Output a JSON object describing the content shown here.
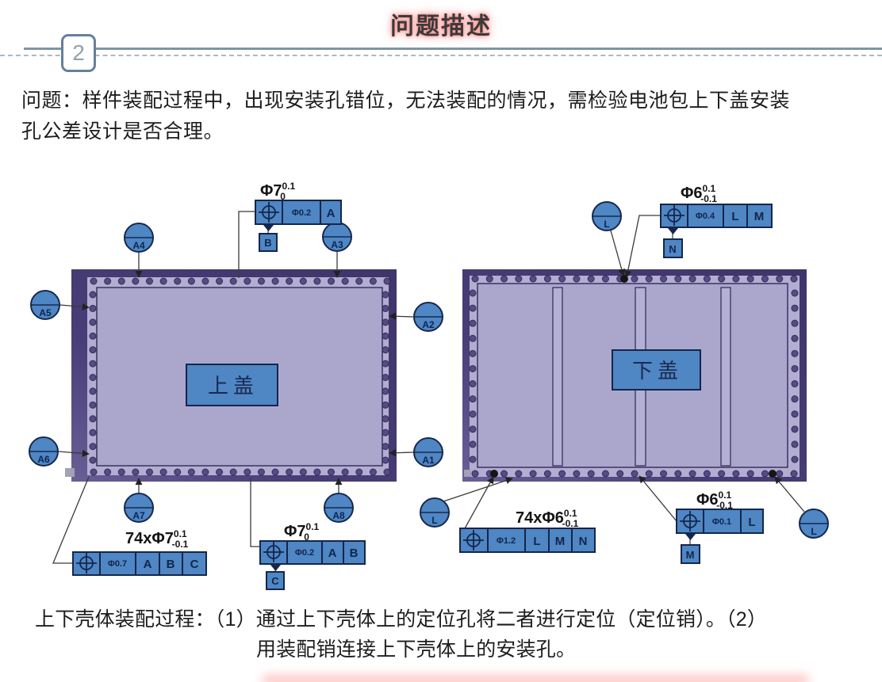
{
  "slide": {
    "title": "问题描述",
    "section_number": "2",
    "problem_lines": [
      "问题：样件装配过程中，出现安装孔错位，无法装配的情况，需检验电池包上下盖安装",
      "孔公差设计是否合理。"
    ],
    "assembly_lines": [
      "上下壳体装配过程：（1）通过上下壳体上的定位孔将二者进行定位（定位销）。（2）",
      "用装配销连接上下壳体上的安装孔。"
    ]
  },
  "upper_cover": {
    "label": "上盖",
    "datum_targets": {
      "a1": "A1",
      "a2": "A2",
      "a3": "A3",
      "a4": "A4",
      "a5": "A5",
      "a6": "A6",
      "a7": "A7",
      "a8": "A8"
    },
    "hole_callout_top": {
      "dim": "Φ7",
      "sup": "0.1",
      "sub": "0",
      "tol": "Φ0.2",
      "d1": "A",
      "attached": "B"
    },
    "pattern_callout": {
      "dim": "74xΦ7",
      "sup": "0.1",
      "sub": "-0.1",
      "tol": "Φ0.7",
      "d1": "A",
      "d2": "B",
      "d3": "C"
    },
    "hole_callout_bottom": {
      "dim": "Φ7",
      "sup": "0.1",
      "sub": "0",
      "tol": "Φ0.2",
      "d1": "A",
      "d2": "B",
      "attached": "C"
    }
  },
  "lower_cover": {
    "label": "下盖",
    "datum_targets": {
      "top": "L",
      "bottom_left": "L",
      "bottom_right": "L"
    },
    "hole_callout_top": {
      "dim": "Φ6",
      "sup": "0.1",
      "sub": "-0.1",
      "tol": "Φ0.4",
      "d1": "L",
      "d2": "M",
      "attached": "N"
    },
    "pattern_callout": {
      "dim": "74xΦ6",
      "sup": "0.1",
      "sub": "-0.1",
      "tol": "Φ1.2",
      "d1": "L",
      "d2": "M",
      "d3": "N"
    },
    "hole_callout_bottom": {
      "dim": "Φ6",
      "sup": "0.1",
      "sub": "-0.1",
      "tol": "Φ0.1",
      "d1": "L",
      "attached": "M"
    }
  },
  "colors": {
    "frame_blue": "#4f86c4",
    "outline_navy": "#16294f",
    "plate_dark": "#463b73",
    "plate_field": "#aba7cc",
    "plate_band": "#b2aed2",
    "title_glow": "#ff7070",
    "rule_line": "#7e95a6"
  }
}
